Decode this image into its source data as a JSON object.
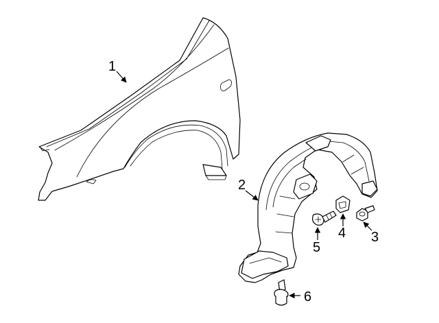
{
  "callouts": [
    {
      "id": "1",
      "label": "1",
      "part": "fender"
    },
    {
      "id": "2",
      "label": "2",
      "part": "fender-liner"
    },
    {
      "id": "3",
      "label": "3",
      "part": "bolt"
    },
    {
      "id": "4",
      "label": "4",
      "part": "clip-nut"
    },
    {
      "id": "5",
      "label": "5",
      "part": "screw"
    },
    {
      "id": "6",
      "label": "6",
      "part": "push-retainer"
    }
  ]
}
